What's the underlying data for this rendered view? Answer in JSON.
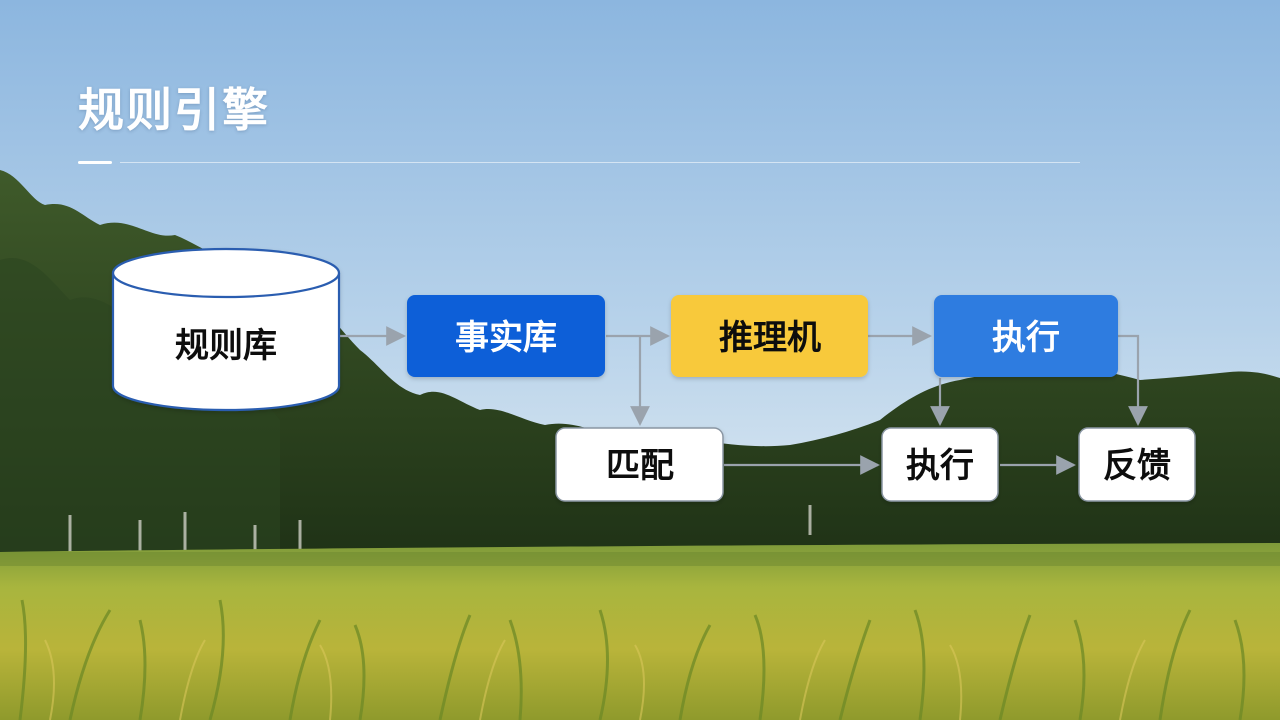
{
  "slide": {
    "title": "规则引擎"
  },
  "diagram": {
    "nodes": {
      "rule_base": "规则库",
      "fact_base": "事实库",
      "inference": "推理机",
      "execute_top": "执行",
      "match": "匹配",
      "execute_bottom": "执行",
      "feedback": "反馈"
    },
    "colors": {
      "fact_base": "#0a5fd8",
      "inference": "#f8c93a",
      "execute_top": "#2f7be0",
      "rule_base_stroke": "#2a5db0",
      "arrow": "#9aa3ad"
    }
  }
}
